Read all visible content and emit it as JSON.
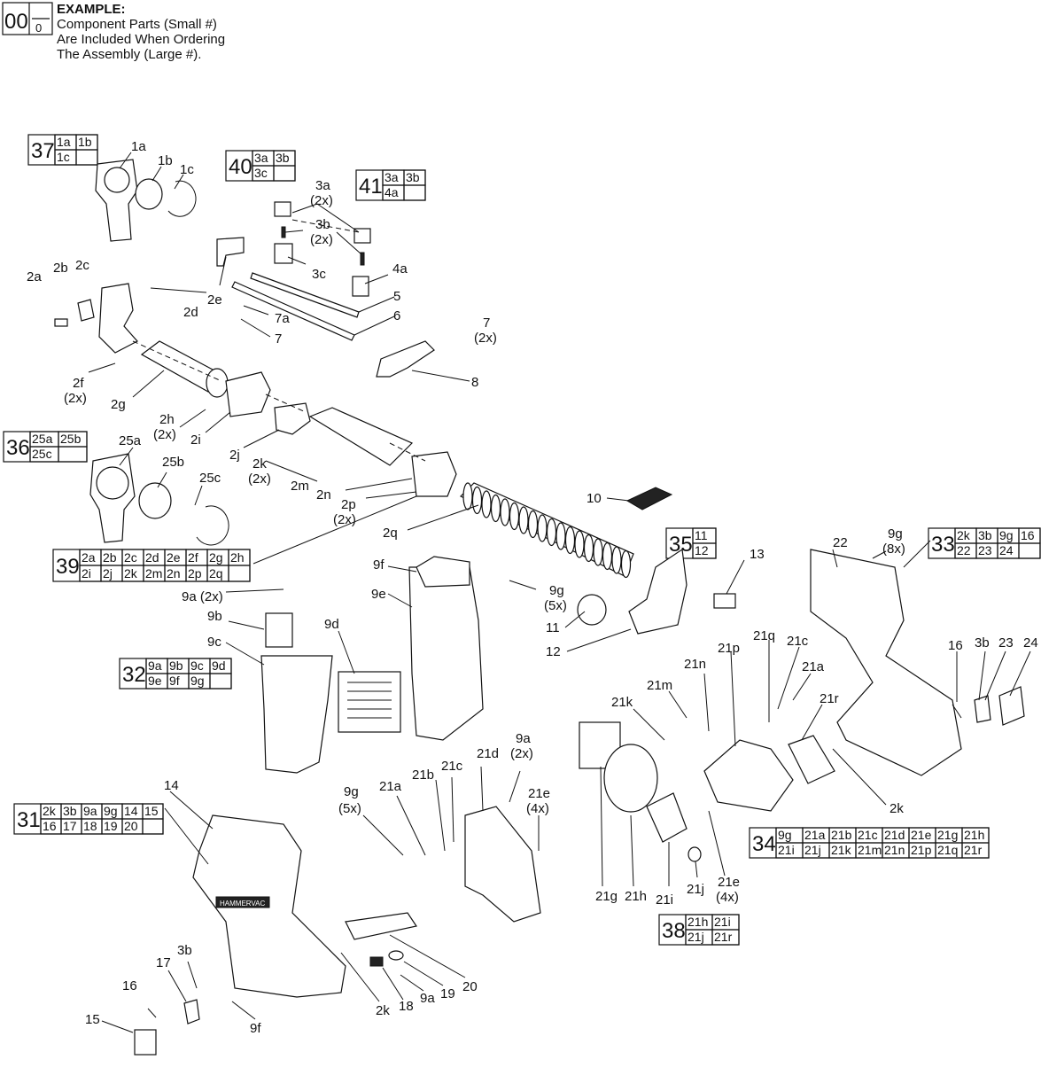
{
  "legend": {
    "example_num": "00",
    "example_sub": "0",
    "title": "EXAMPLE:",
    "line1": "Component Parts (Small #)",
    "line2": "Are Included When Ordering",
    "line3": "The Assembly (Large #)."
  },
  "kits": [
    {
      "num": "37",
      "cells": [
        "1a",
        "1b",
        "1c",
        ""
      ],
      "cols": 2
    },
    {
      "num": "40",
      "cells": [
        "3a",
        "3b",
        "3c",
        ""
      ],
      "cols": 2
    },
    {
      "num": "41",
      "cells": [
        "3a",
        "3b",
        "4a",
        ""
      ],
      "cols": 2
    },
    {
      "num": "36",
      "cells": [
        "25a",
        "25b",
        "25c",
        ""
      ],
      "cols": 2
    },
    {
      "num": "39",
      "cells": [
        "2a",
        "2b",
        "2c",
        "2d",
        "2e",
        "2f",
        "2g",
        "2h",
        "2i",
        "2j",
        "2k",
        "2m",
        "2n",
        "2p",
        "2q",
        ""
      ],
      "cols": 8
    },
    {
      "num": "35",
      "cells": [
        "11",
        "12"
      ],
      "cols": 1
    },
    {
      "num": "33",
      "cells": [
        "2k",
        "3b",
        "9g",
        "16",
        "22",
        "23",
        "24",
        ""
      ],
      "cols": 4
    },
    {
      "num": "32",
      "cells": [
        "9a",
        "9b",
        "9c",
        "9d",
        "9e",
        "9f",
        "9g",
        ""
      ],
      "cols": 4
    },
    {
      "num": "31",
      "cells": [
        "2k",
        "3b",
        "9a",
        "9g",
        "14",
        "15",
        "16",
        "17",
        "18",
        "19",
        "20",
        ""
      ],
      "cols": 6
    },
    {
      "num": "34",
      "cells": [
        "9g",
        "21a",
        "21b",
        "21c",
        "21d",
        "21e",
        "21g",
        "21h",
        "21i",
        "21j",
        "21k",
        "21m",
        "21n",
        "21p",
        "21q",
        "21r"
      ],
      "cols": 8
    },
    {
      "num": "38",
      "cells": [
        "21h",
        "21i",
        "21j",
        "21r"
      ],
      "cols": 2
    }
  ],
  "labels": [
    "1a",
    "1b",
    "1c",
    "3a",
    "(2x)",
    "3b",
    "(2x)",
    "3c",
    "4a",
    "2a",
    "2b",
    "2c",
    "2d",
    "2e",
    "5",
    "6",
    "7a",
    "7",
    "7",
    "(2x)",
    "8",
    "2f",
    "(2x)",
    "2g",
    "2h",
    "(2x)",
    "2i",
    "2j",
    "2k",
    "(2x)",
    "2m",
    "2n",
    "2p",
    "(2x)",
    "25a",
    "25b",
    "25c",
    "2q",
    "10",
    "9f",
    "9g",
    "(5x)",
    "9a (2x)",
    "9e",
    "11",
    "12",
    "13",
    "22",
    "9g",
    "(8x)",
    "9b",
    "9c",
    "9d",
    "21q",
    "21c",
    "21p",
    "21n",
    "21a",
    "21m",
    "21k",
    "21r",
    "16",
    "3b",
    "23",
    "24",
    "2k",
    "9a",
    "(2x)",
    "21d",
    "9g",
    "(5x)",
    "21a",
    "21b",
    "21c",
    "21e",
    "(4x)",
    "14",
    "21g",
    "21h",
    "21i",
    "21j",
    "21e",
    "(4x)",
    "17",
    "3b",
    "16",
    "15",
    "9f",
    "2k",
    "18",
    "9a",
    "19",
    "20"
  ],
  "brand": "HAMMERVAC"
}
